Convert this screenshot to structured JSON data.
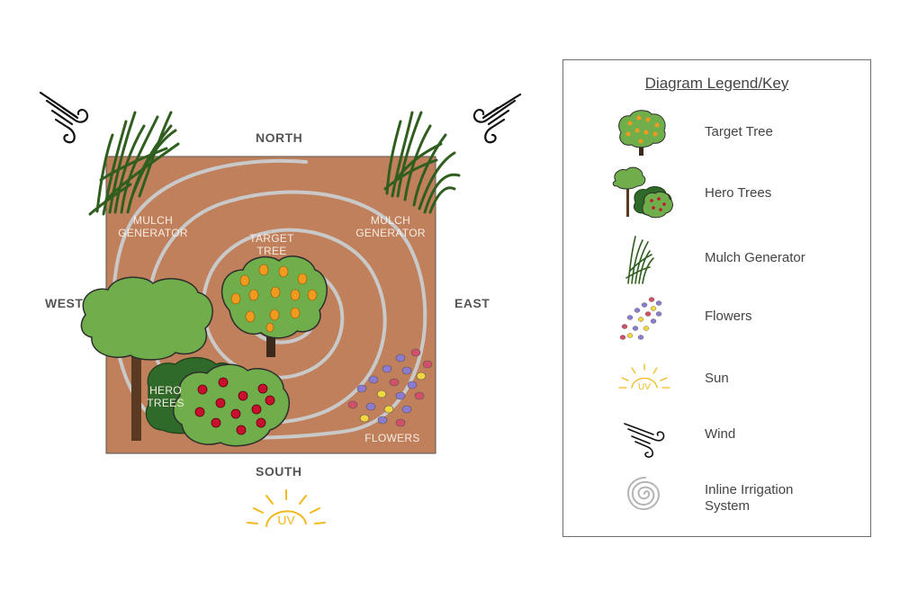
{
  "compass": {
    "north": "NORTH",
    "south": "SOUTH",
    "east": "EAST",
    "west": "WEST"
  },
  "plot_labels": {
    "mulch_generator_left": "MULCH\nGENERATOR",
    "mulch_generator_right": "MULCH\nGENERATOR",
    "target_tree": "TARGET\nTREE",
    "hero_trees": "HERO\nTREES",
    "flowers": "FLOWERS"
  },
  "legend": {
    "title": "Diagram Legend/Key",
    "items": [
      {
        "label": "Target Tree",
        "icon": "target-tree-icon"
      },
      {
        "label": "Hero Trees",
        "icon": "hero-trees-icon"
      },
      {
        "label": "Mulch Generator",
        "icon": "mulch-generator-icon"
      },
      {
        "label": "Flowers",
        "icon": "flowers-icon"
      },
      {
        "label": "Sun",
        "icon": "sun-icon"
      },
      {
        "label": "Wind",
        "icon": "wind-icon"
      },
      {
        "label": "Inline Irrigation\nSystem",
        "icon": "irrigation-spiral-icon"
      }
    ]
  },
  "sun_text": "UV",
  "colors": {
    "soil": "#c0805c",
    "tree_green": "#6fae4a",
    "dark_green": "#2f6a2a",
    "orange_fruit": "#f29a1d",
    "red_fruit": "#c8102e",
    "irrigation": "#c9c9c9",
    "sun": "#f2b81c"
  }
}
